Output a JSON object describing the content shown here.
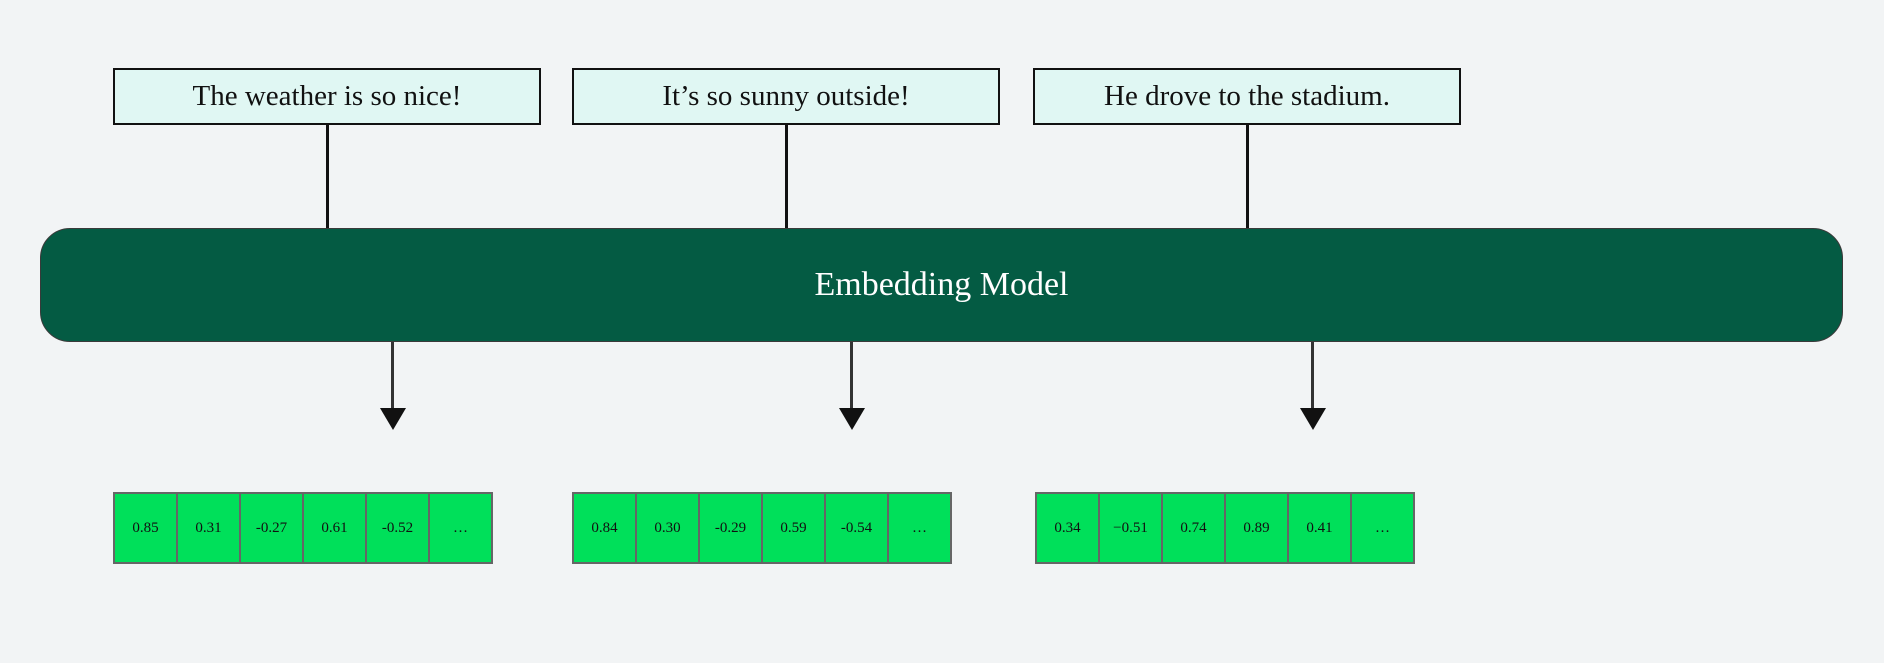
{
  "diagram": {
    "background_color": "#f2f4f5",
    "model": {
      "label": "Embedding Model",
      "fill_color": "#045b43",
      "text_color": "#ffffff"
    },
    "sentence_box_style": {
      "fill_color": "#e0f7f3",
      "border_color": "#111111"
    },
    "vector_cell_style": {
      "fill_color": "#00e05a",
      "border_color": "#666666"
    },
    "columns": [
      {
        "sentence": "The weather is so nice!",
        "vector": [
          "0.85",
          "0.31",
          "-0.27",
          "0.61",
          "-0.52",
          "…"
        ]
      },
      {
        "sentence": "It’s so sunny outside!",
        "vector": [
          "0.84",
          "0.30",
          "-0.29",
          "0.59",
          "-0.54",
          "…"
        ]
      },
      {
        "sentence": "He drove to the stadium.",
        "vector": [
          "0.34",
          "−0.51",
          "0.74",
          "0.89",
          "0.41",
          "…"
        ]
      }
    ]
  }
}
